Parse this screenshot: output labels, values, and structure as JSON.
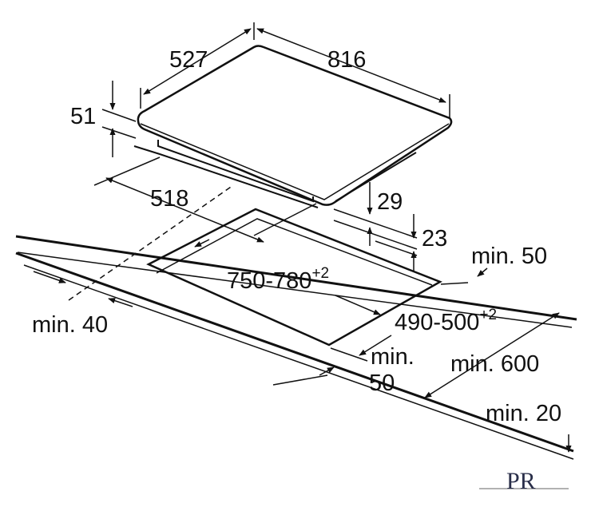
{
  "dimensions": {
    "hob_depth": "527",
    "hob_width": "816",
    "hob_height": "51",
    "depth_518": "518",
    "dim_29": "29",
    "dim_23": "23",
    "cutout_width": "750-780",
    "cutout_width_tol": "+2",
    "cutout_depth": "490-500",
    "cutout_depth_tol": "+2",
    "min_50_back": "min. 50",
    "min_40": "min. 40",
    "min_front_a": "min.",
    "min_front_b": "50",
    "min_600": "min. 600",
    "min_20": "min. 20"
  },
  "logo": {
    "text": "PR"
  },
  "colors": {
    "line": "#111111",
    "background": "#ffffff"
  }
}
